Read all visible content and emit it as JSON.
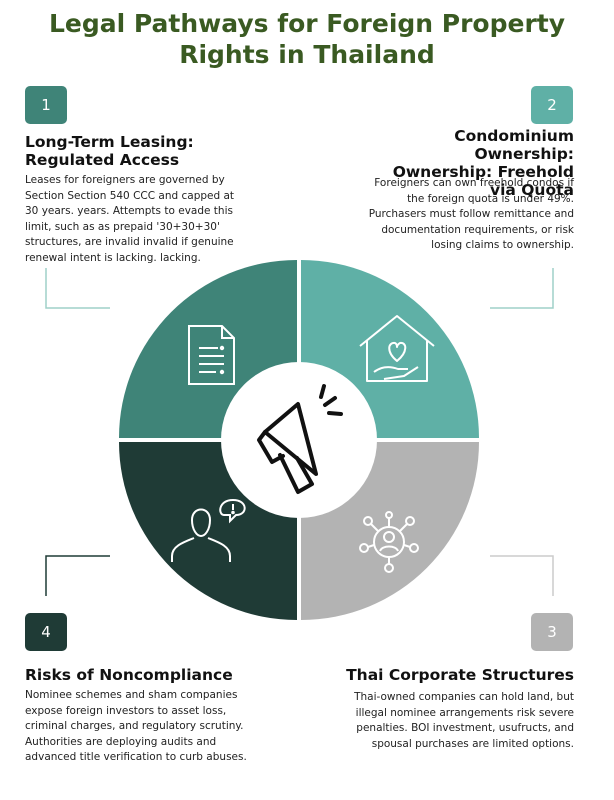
{
  "title": "Legal Pathways for Foreign Property Rights in Thailand",
  "colors": {
    "title": "#3a5a22",
    "q1": "#3f8478",
    "q2": "#5fb0a6",
    "q3": "#b3b3b3",
    "q4": "#1f3b36",
    "connector": "#9fd0c8"
  },
  "sections": [
    {
      "number": "1",
      "heading": "Long-Term Leasing: Regulated Access",
      "body": "Leases for foreigners are governed by Section Section 540 CCC and capped at 30 years. years. Attempts to evade this limit, such as as prepaid '30+30+30' structures, are invalid invalid if genuine renewal intent is lacking. lacking.",
      "icon": "document-icon"
    },
    {
      "number": "2",
      "heading": "Condominium Ownership: Ownership: Freehold via Quota",
      "body": "Foreigners can own freehold condos if the foreign quota is under 49%. Purchasers must follow remittance and documentation requirements, or risk losing claims to ownership.",
      "icon": "house-heart-icon"
    },
    {
      "number": "3",
      "heading": "Thai Corporate Structures",
      "body": "Thai-owned companies can hold land, but illegal nominee arrangements risk severe penalties. BOI investment, usufructs, and spousal purchases are limited options.",
      "icon": "network-person-icon"
    },
    {
      "number": "4",
      "heading": "Risks of Noncompliance",
      "body": "Nominee schemes and sham companies expose foreign investors to asset loss, criminal charges, and regulatory scrutiny. Authorities are deploying audits and advanced title verification to curb abuses.",
      "icon": "person-alert-icon"
    }
  ],
  "center_icon": "megaphone-icon"
}
